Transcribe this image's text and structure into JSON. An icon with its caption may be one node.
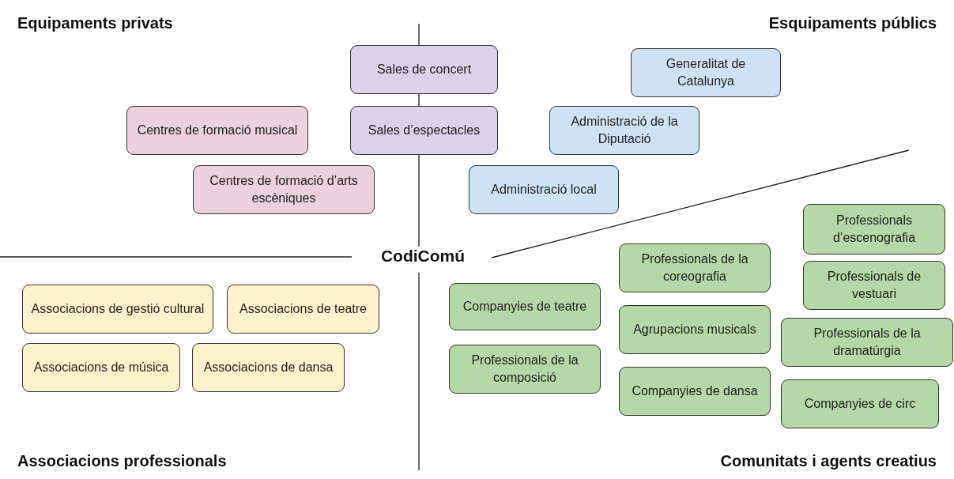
{
  "diagram": {
    "nodes": [
      {
        "text": [
          "Sales de concert"
        ]
      },
      {
        "text": [
          "Centres de formació musical"
        ]
      },
      {
        "text": [
          "Sales d’espectacles"
        ]
      },
      {
        "text": [
          "Generalitat de Catalunya"
        ]
      },
      {
        "text": [
          "Administració de la Diputació"
        ]
      },
      {
        "text": [
          "Centres de formació d’arts escèniques"
        ]
      },
      {
        "text": [
          "Administració local"
        ]
      },
      {
        "text": [
          "Professionals d’escenografia"
        ]
      },
      {
        "text": [
          "Professionals de la coreografia"
        ]
      },
      {
        "text": [
          "Associacions de gestió cultural"
        ]
      },
      {
        "text": [
          "Associacions de teatre"
        ]
      },
      {
        "text": [
          "Companyies de teatre"
        ]
      },
      {
        "text": [
          "Professionals de vestuari"
        ]
      },
      {
        "text": [
          "Agrupacions musicals"
        ]
      },
      {
        "text": [
          "Professionals de la dramatúrgia"
        ]
      },
      {
        "text": [
          "Associacions de música"
        ]
      },
      {
        "text": [
          "Associacions de dansa"
        ]
      },
      {
        "text": [
          "Professionals de la composició"
        ]
      },
      {
        "text": [
          "Companyies de dansa"
        ]
      },
      {
        "text": [
          "Companyies de circ"
        ]
      }
    ],
    "edges": [],
    "labels": [
      "Equipaments privats",
      "Esquipaments públics",
      "CodiComú",
      "Associacions professionals",
      "Comunitats i agents creatius"
    ]
  }
}
